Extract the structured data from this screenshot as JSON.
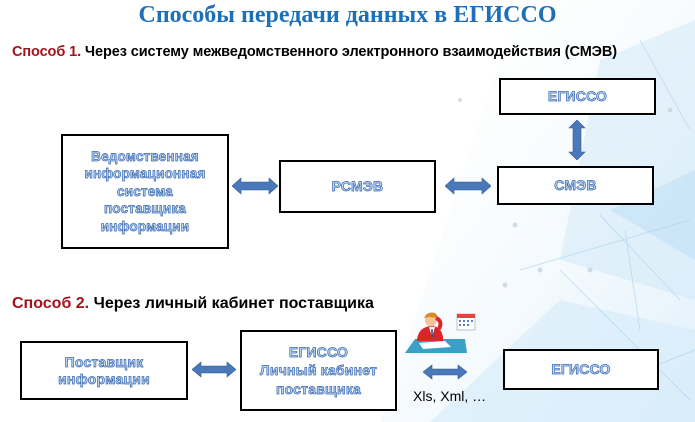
{
  "title": "Способы передачи данных в ЕГИССО",
  "method1": {
    "label": "Способ 1.",
    "text": " Через систему межведомственного электронного взаимодействия (СМЭВ)",
    "boxes": {
      "vis": [
        "Ведомственная",
        "информационная",
        "система",
        "поставщика",
        "информации"
      ],
      "rsmev": "РСМЭВ",
      "smev": "СМЭВ",
      "egisso": "ЕГИССО"
    }
  },
  "method2": {
    "label": "Способ 2.",
    "text": " Через личный  кабинет поставщика",
    "boxes": {
      "supplier": [
        "Поставщик",
        "информации"
      ],
      "cabinet": [
        "ЕГИССО",
        "Личный кабинет",
        "поставщика"
      ],
      "egisso": "ЕГИССО"
    },
    "file_formats": "Xls, Xml, …"
  },
  "colors": {
    "title": "#1e6fb8",
    "method_label": "#a5121b",
    "arrow": "#4a78b8",
    "box_text_fill": "#bcd6f2",
    "box_text_stroke": "#3a68b0"
  }
}
